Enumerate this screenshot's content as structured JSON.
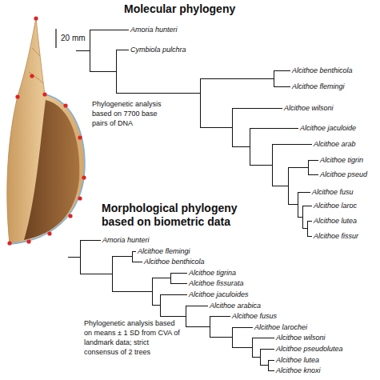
{
  "diagram": {
    "title": "Molecular phylogeny",
    "labels": [
      "20 mm",
      "Amoria hunteri",
      "Cymbiola pulchra",
      "Alcithoe benthicola",
      "Alcithoe flemingi",
      "Phylogenetic analysis based on 7700 base pairs of DNA",
      "Alcithoe wilsoni",
      "Alcithoe jaculoide",
      "Alcithoe arab",
      "Alcithoe tigrin",
      "Alcithoe pseud",
      "Alcithoe fusu",
      "Alcithoe laroc",
      "Alcithoe lutea",
      "Alcithoe fissur",
      "Morphological phylogeny based on biometric data",
      "Amoria hunteri",
      "Alcithoe flemingi",
      "Alcithoe benthicola",
      "Alcithoe tigrina",
      "Alcithoe fissurata",
      "Alcithoe jaculoides",
      "Alcithoe arabica",
      "Alcithoe fusus",
      "Alcithoe larochei",
      "Alcithoe wilsoni",
      "Alcithoe pseudolutea",
      "Alcithoe lutea",
      "Alcithoe knoxi",
      "Phylogenetic analysis based on means ± 1 SD from CVA of landmark data; strict consensus of 2 trees"
    ]
  }
}
